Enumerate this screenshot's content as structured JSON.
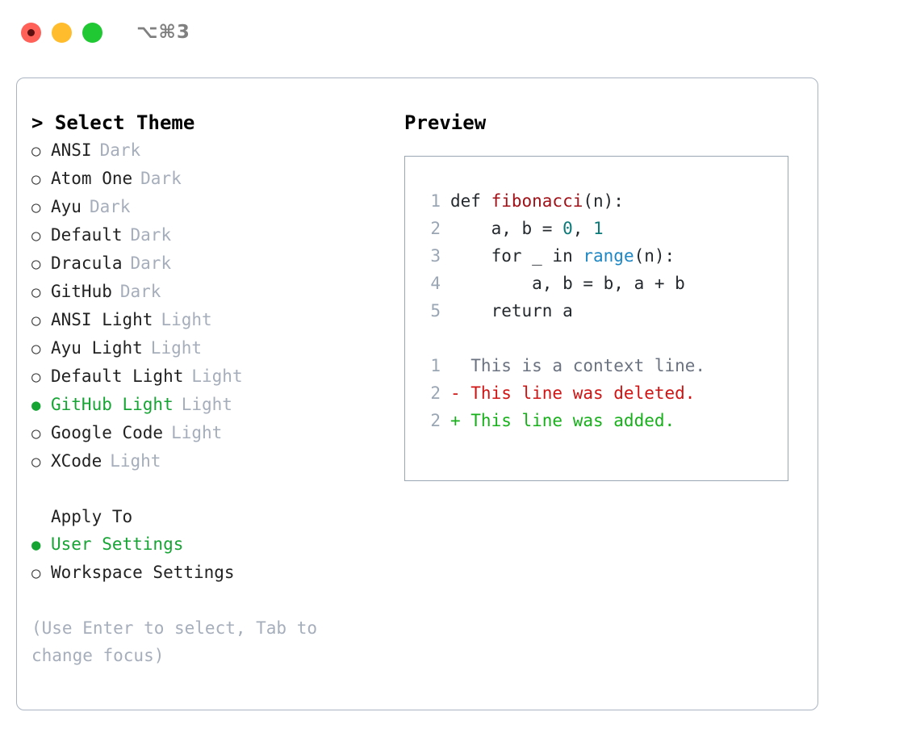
{
  "window": {
    "shortcut": "⌥⌘3",
    "traffic_lights": [
      "close",
      "minimize",
      "maximize"
    ]
  },
  "left_pane": {
    "title": "> Select Theme",
    "themes": [
      {
        "marker": "○",
        "label": "ANSI",
        "badge": "Dark",
        "selected": false
      },
      {
        "marker": "○",
        "label": "Atom One",
        "badge": "Dark",
        "selected": false
      },
      {
        "marker": "○",
        "label": "Ayu",
        "badge": "Dark",
        "selected": false
      },
      {
        "marker": "○",
        "label": "Default",
        "badge": "Dark",
        "selected": false
      },
      {
        "marker": "○",
        "label": "Dracula",
        "badge": "Dark",
        "selected": false
      },
      {
        "marker": "○",
        "label": "GitHub",
        "badge": "Dark",
        "selected": false
      },
      {
        "marker": "○",
        "label": "ANSI Light",
        "badge": "Light",
        "selected": false
      },
      {
        "marker": "○",
        "label": "Ayu Light",
        "badge": "Light",
        "selected": false
      },
      {
        "marker": "○",
        "label": "Default Light",
        "badge": "Light",
        "selected": false
      },
      {
        "marker": "●",
        "label": "GitHub Light",
        "badge": "Light",
        "selected": true
      },
      {
        "marker": "○",
        "label": "Google Code",
        "badge": "Light",
        "selected": false
      },
      {
        "marker": "○",
        "label": "XCode",
        "badge": "Light",
        "selected": false
      }
    ],
    "apply_to": {
      "heading": "Apply To",
      "options": [
        {
          "marker": "●",
          "label": "User Settings",
          "selected": true
        },
        {
          "marker": "○",
          "label": "Workspace Settings",
          "selected": false
        }
      ]
    },
    "hint": "(Use Enter to select, Tab to change focus)"
  },
  "right_pane": {
    "title": "Preview",
    "code_lines": [
      {
        "no": "1",
        "segments": [
          {
            "text": "def ",
            "type": "plain"
          },
          {
            "text": "fibonacci",
            "type": "fn"
          },
          {
            "text": "(n):",
            "type": "plain"
          }
        ]
      },
      {
        "no": "2",
        "segments": [
          {
            "text": "    a, b = ",
            "type": "plain"
          },
          {
            "text": "0",
            "type": "num"
          },
          {
            "text": ", ",
            "type": "plain"
          },
          {
            "text": "1",
            "type": "num"
          }
        ]
      },
      {
        "no": "3",
        "segments": [
          {
            "text": "    for _ in ",
            "type": "plain"
          },
          {
            "text": "range",
            "type": "call"
          },
          {
            "text": "(n):",
            "type": "plain"
          }
        ]
      },
      {
        "no": "4",
        "segments": [
          {
            "text": "        a, b = b, a + b",
            "type": "plain"
          }
        ]
      },
      {
        "no": "5",
        "segments": [
          {
            "text": "    return a",
            "type": "plain"
          }
        ]
      }
    ],
    "diff_lines": [
      {
        "no": "1",
        "text": "  This is a context line.",
        "kind": "context"
      },
      {
        "no": "2",
        "text": "- This line was deleted.",
        "kind": "del"
      },
      {
        "no": "2",
        "text": "+ This line was added.",
        "kind": "add"
      }
    ]
  }
}
